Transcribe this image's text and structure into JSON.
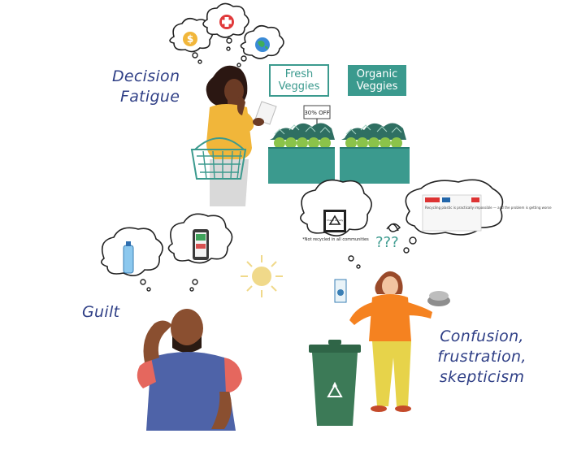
{
  "labels": {
    "decision_fatigue": [
      "Decision",
      "Fatigue"
    ],
    "guilt": "Guilt",
    "confusion": [
      "Confusion,",
      "frustration,",
      "skepticism"
    ]
  },
  "signs": {
    "fresh": [
      "Fresh",
      "Veggies"
    ],
    "organic": [
      "Organic",
      "Veggies"
    ],
    "discount": "30% OFF"
  },
  "thoughts": {
    "question_marks": "???",
    "recycle_caption": "*Not recycled in all communities",
    "news_text": "Recycling plastic is practically impossible — and the problem is getting worse",
    "logo_text": "Check Locally"
  },
  "icons": {
    "money": "dollar-icon",
    "health": "red-cross-icon",
    "planet": "globe-icon",
    "recycle": "recycle-icon"
  },
  "colors": {
    "label_blue": "#2f3f86",
    "teal": "#3b9a8e",
    "bin_green": "#3c7a57",
    "orange": "#f58220",
    "yellow": "#e7d34a",
    "mustard": "#f1b63a",
    "sun": "#f0d98a"
  }
}
